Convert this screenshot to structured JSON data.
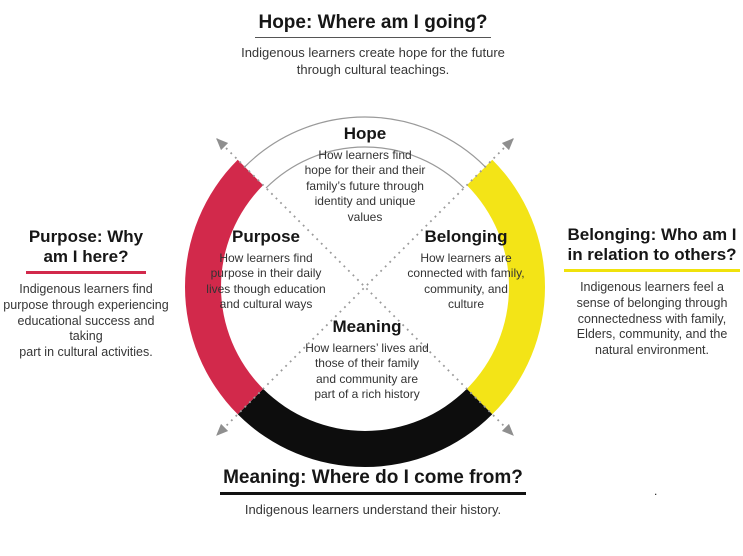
{
  "colors": {
    "red": "#d2294b",
    "yellow": "#f3e417",
    "black": "#0d0d0d",
    "gray": "#9a9a9a",
    "arrow": "#8f8f8f"
  },
  "outer": {
    "top": {
      "title": "Hope: Where am I going?",
      "body": "Indigenous learners create hope for the future\nthrough cultural teachings."
    },
    "right": {
      "title": "Belonging: Who am I\nin relation to others?",
      "body": "Indigenous learners feel a\nsense of belonging through\nconnectedness with family,\nElders, community, and the\nnatural environment."
    },
    "bottom": {
      "title": "Meaning: Where do I come from?",
      "body": "Indigenous learners understand their history."
    },
    "left": {
      "title": "Purpose: Why\nam I here?",
      "body": "Indigenous learners find\npurpose through experiencing\neducational success and taking\npart in cultural activities."
    }
  },
  "wheel": {
    "hope": {
      "title": "Hope",
      "body": "How learners find\nhope for their and their\nfamily’s future through\nidentity and unique\nvalues"
    },
    "belonging": {
      "title": "Belonging",
      "body": "How learners are\nconnected with family,\ncommunity, and\nculture"
    },
    "meaning": {
      "title": "Meaning",
      "body": "How learners’ lives and\nthose of their family\nand community are\npart of a rich history"
    },
    "purpose": {
      "title": "Purpose",
      "body": "How learners find\npurpose in their daily\nlives though education\nand cultural ways"
    }
  },
  "stray_dot": "."
}
